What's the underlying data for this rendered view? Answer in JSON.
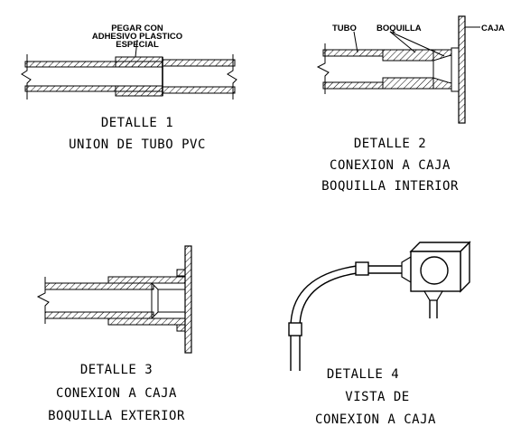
{
  "detail1": {
    "note_lines": [
      "PEGAR CON",
      "ADHESIVO PLASTICO",
      "ESPECIAL"
    ],
    "caption_lines": [
      "DETALLE   1",
      "UNION DE TUBO PVC"
    ]
  },
  "detail2": {
    "labels": {
      "tubo": "TUBO",
      "boquilla": "BOQUILLA",
      "caja": "CAJA"
    },
    "caption_lines": [
      "DETALLE   2",
      "CONEXION A CAJA",
      "BOQUILLA INTERIOR"
    ]
  },
  "detail3": {
    "caption_lines": [
      "DETALLE   3",
      "CONEXION A CAJA",
      "BOQUILLA EXTERIOR"
    ]
  },
  "detail4": {
    "caption_lines": [
      "DETALLE   4",
      "VISTA DE",
      "CONEXION A CAJA"
    ]
  }
}
